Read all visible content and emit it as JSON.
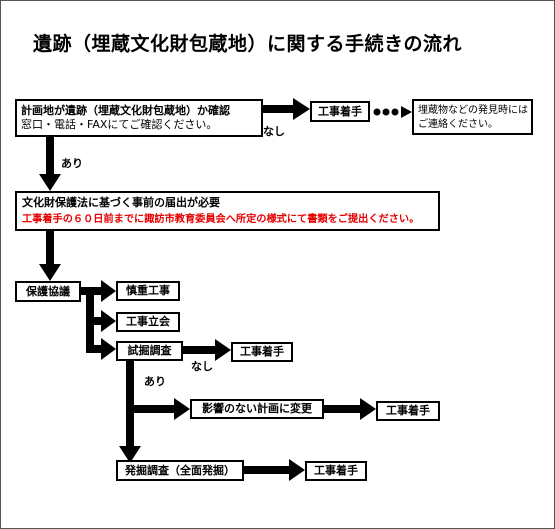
{
  "title": "遺跡（埋蔵文化財包蔵地）に関する手続きの流れ",
  "boxes": {
    "confirm": {
      "line1": "計画地が遺跡（埋蔵文化財包蔵地）か確認",
      "line2": "窓口・電話・FAXにてご確認ください。"
    },
    "start_work_1": "工事着手",
    "discovery_note": {
      "line1": "埋蔵物などの発見時には",
      "line2": "ご連絡ください。"
    },
    "notify": {
      "line1": "文化財保護法に基づく事前の届出が必要",
      "line2": "工事着手の６０日前までに諏訪市教育委員会へ所定の様式にて書類をご提出ください。"
    },
    "consult": "保護協議",
    "careful_work": "慎重工事",
    "witness": "工事立会",
    "trial_dig": "試掘調査",
    "start_work_2": "工事着手",
    "plan_change": "影響のない計画に変更",
    "start_work_3": "工事着手",
    "full_dig": "発掘調査（全面発掘）",
    "start_work_4": "工事着手"
  },
  "labels": {
    "none_1": "なし",
    "yes_1": "あり",
    "none_2": "なし",
    "yes_2": "あり"
  }
}
